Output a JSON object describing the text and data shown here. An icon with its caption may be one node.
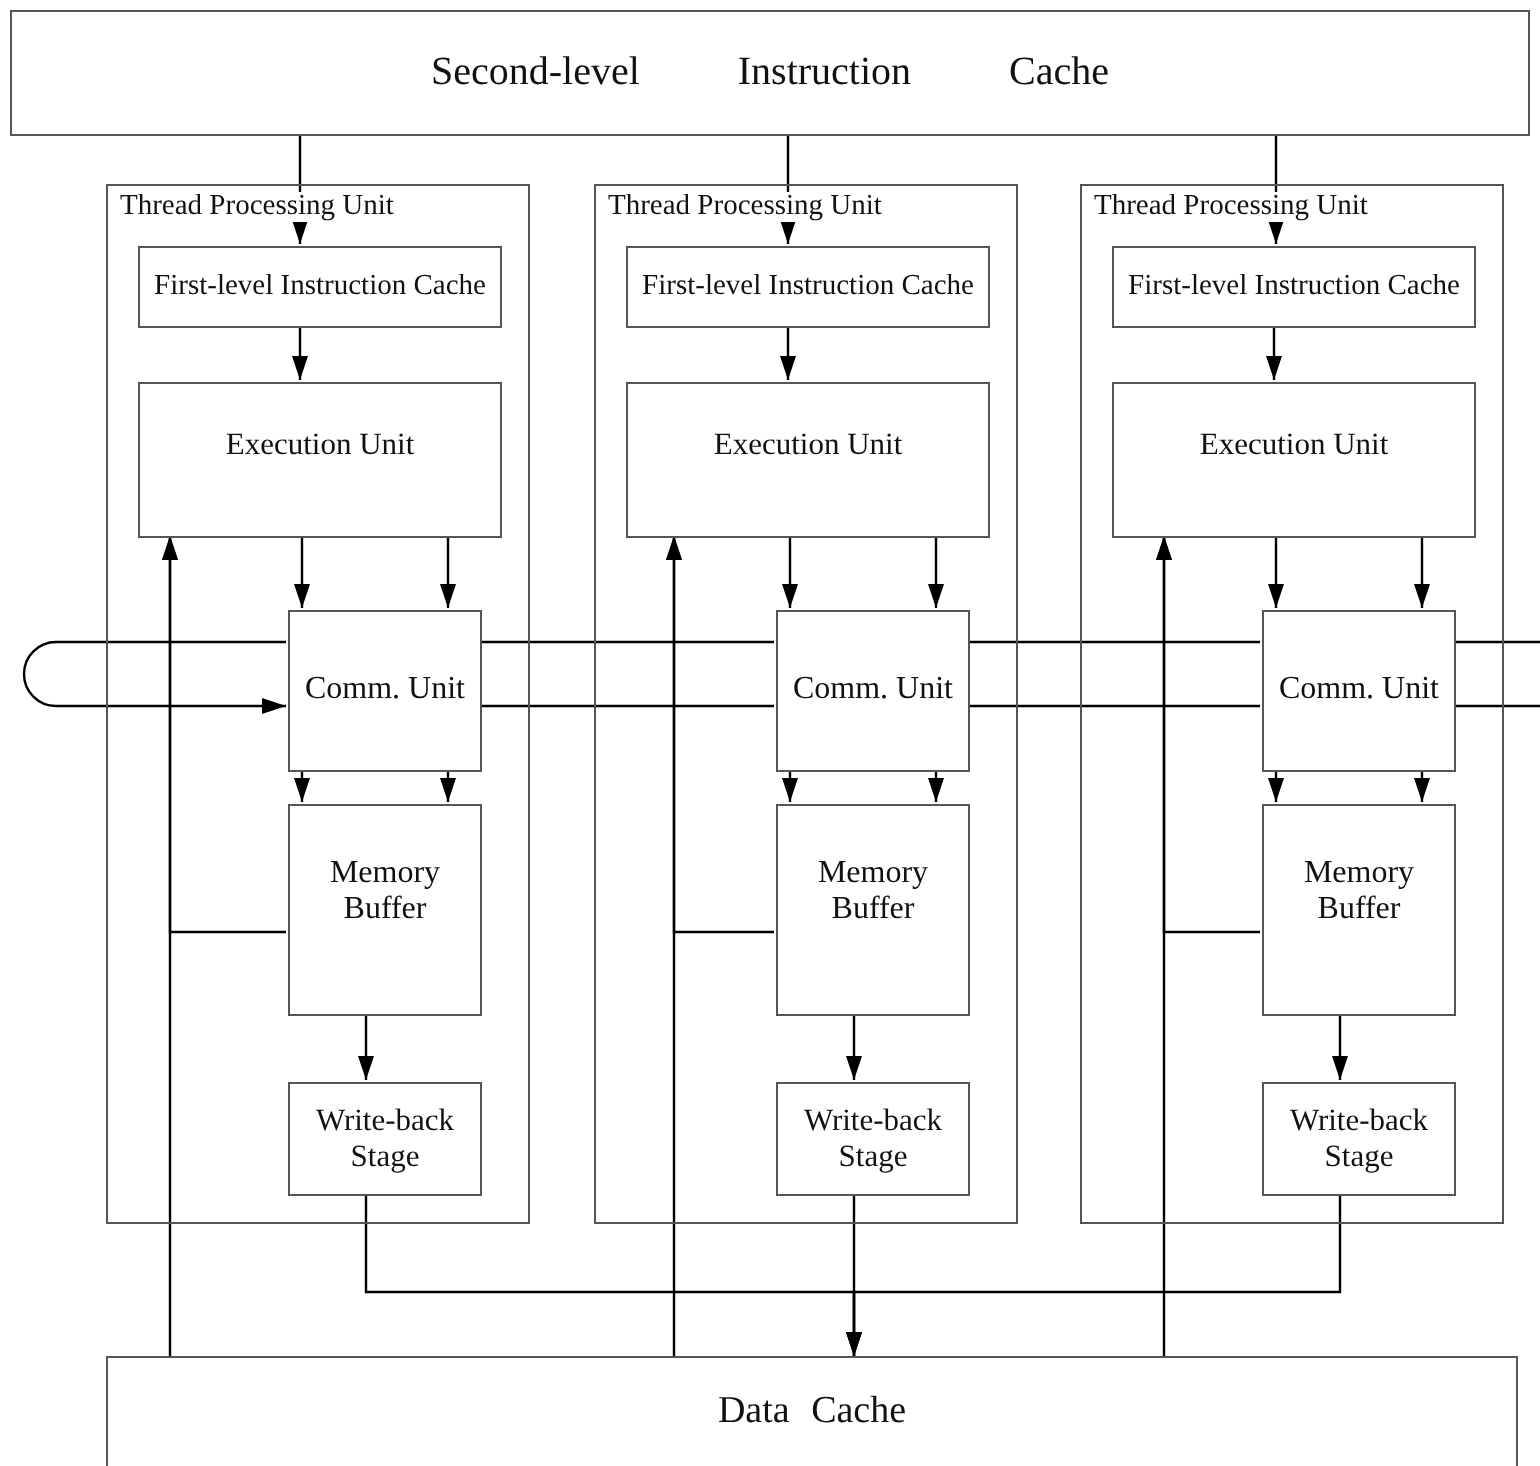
{
  "diagram": {
    "nodes": [
      {
        "text": [
          "Second-level Instruction Cache"
        ]
      },
      {
        "text": [
          "Thread Processing Unit"
        ]
      },
      {
        "text": [
          "First-level Instruction Cache"
        ],
        "in": 1
      },
      {
        "text": [
          "Execution Unit"
        ],
        "in": 1
      },
      {
        "text": [
          "Comm. Unit"
        ],
        "in": 1
      },
      {
        "text": [
          "Memory Buffer"
        ],
        "in": 1
      },
      {
        "text": [
          "Write-back Stage"
        ],
        "in": 1
      },
      {
        "text": [
          "Thread Processing Unit"
        ]
      },
      {
        "text": [
          "First-level Instruction Cache"
        ],
        "in": 7
      },
      {
        "text": [
          "Execution Unit"
        ],
        "in": 7
      },
      {
        "text": [
          "Comm. Unit"
        ],
        "in": 7
      },
      {
        "text": [
          "Memory Buffer"
        ],
        "in": 7
      },
      {
        "text": [
          "Write-back Stage"
        ],
        "in": 7
      },
      {
        "text": [
          "Thread Processing Unit"
        ]
      },
      {
        "text": [
          "First-level Instruction Cache"
        ],
        "in": 13
      },
      {
        "text": [
          "Execution Unit"
        ],
        "in": 13
      },
      {
        "text": [
          "Comm. Unit"
        ],
        "in": 13
      },
      {
        "text": [
          "Memory Buffer"
        ],
        "in": 13
      },
      {
        "text": [
          "Write-back Stage"
        ],
        "in": 13
      },
      {
        "text": [
          "Data Cache"
        ]
      }
    ],
    "edges": [
      {
        "from": 0,
        "to": 2,
        "arrow": "to"
      },
      {
        "from": 2,
        "to": 3,
        "arrow": "to"
      },
      {
        "from": 3,
        "to": 4,
        "arrow": "to"
      },
      {
        "from": 3,
        "to": 4,
        "arrow": "to"
      },
      {
        "from": 4,
        "to": 5,
        "arrow": "to"
      },
      {
        "from": 4,
        "to": 5,
        "arrow": "to"
      },
      {
        "from": 5,
        "to": 6,
        "arrow": "to"
      },
      {
        "from": 5,
        "to": 3,
        "arrow": "to"
      },
      {
        "from": 19,
        "to": 3,
        "arrow": "to"
      },
      {
        "from": 6,
        "to": 19,
        "arrow": "to"
      },
      {
        "from": 0,
        "to": 8,
        "arrow": "to"
      },
      {
        "from": 8,
        "to": 9,
        "arrow": "to"
      },
      {
        "from": 9,
        "to": 10,
        "arrow": "to"
      },
      {
        "from": 9,
        "to": 10,
        "arrow": "to"
      },
      {
        "from": 10,
        "to": 11,
        "arrow": "to"
      },
      {
        "from": 10,
        "to": 11,
        "arrow": "to"
      },
      {
        "from": 11,
        "to": 12,
        "arrow": "to"
      },
      {
        "from": 11,
        "to": 9,
        "arrow": "to"
      },
      {
        "from": 19,
        "to": 9,
        "arrow": "to"
      },
      {
        "from": 12,
        "to": 19,
        "arrow": "to"
      },
      {
        "from": 0,
        "to": 14,
        "arrow": "to"
      },
      {
        "from": 14,
        "to": 15,
        "arrow": "to"
      },
      {
        "from": 15,
        "to": 16,
        "arrow": "to"
      },
      {
        "from": 15,
        "to": 16,
        "arrow": "to"
      },
      {
        "from": 16,
        "to": 17,
        "arrow": "to"
      },
      {
        "from": 16,
        "to": 17,
        "arrow": "to"
      },
      {
        "from": 17,
        "to": 18,
        "arrow": "to"
      },
      {
        "from": 17,
        "to": 15,
        "arrow": "to"
      },
      {
        "from": 19,
        "to": 15,
        "arrow": "to"
      },
      {
        "from": 18,
        "to": 19,
        "arrow": "to"
      },
      {
        "from": 4,
        "to": 4,
        "arrow": "to"
      },
      {
        "from": 4,
        "to": 10,
        "arrow": "none"
      },
      {
        "from": 4,
        "to": 10,
        "arrow": "none"
      },
      {
        "from": 10,
        "to": 16,
        "arrow": "none"
      },
      {
        "from": 10,
        "to": 16,
        "arrow": "none"
      },
      {
        "from": 16,
        "to": null,
        "arrow": "none"
      },
      {
        "from": 16,
        "to": null,
        "arrow": "none"
      }
    ]
  }
}
